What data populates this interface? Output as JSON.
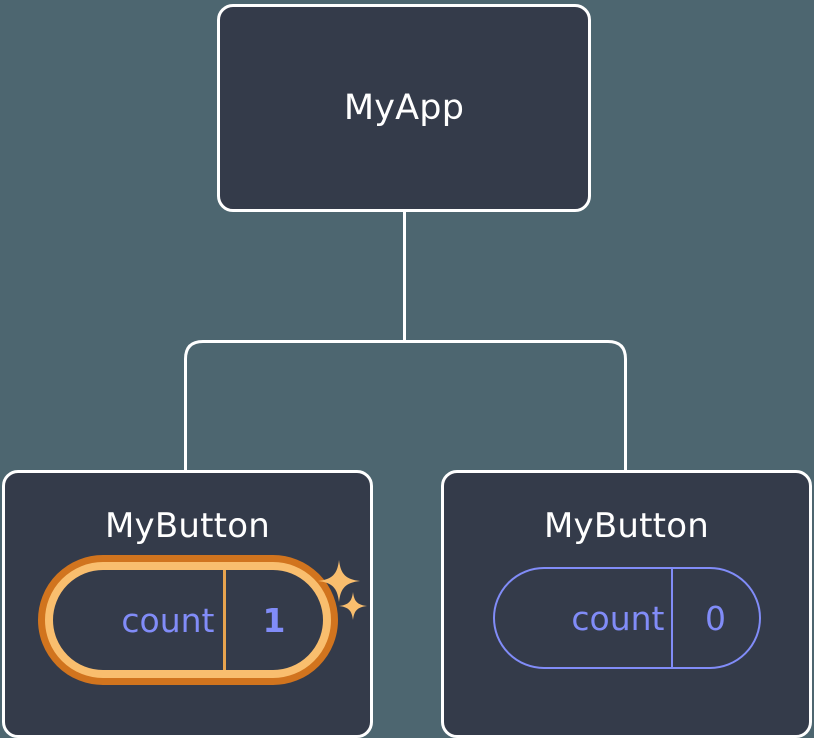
{
  "diagram": {
    "title": "React component tree with state",
    "background_color": "#4d6670",
    "node_fill": "#343b4a",
    "node_border": "#ffffff",
    "state_color": "#818cf8",
    "highlight_outer_color": "#d1741e",
    "highlight_inner_color": "#f9be6e",
    "sparkle_color": "#f9be6e"
  },
  "root": {
    "label": "MyApp"
  },
  "children": [
    {
      "label": "MyButton",
      "state": {
        "key": "count",
        "value": "1"
      },
      "highlighted": true,
      "sparkles": [
        {
          "name": "sparkle-large"
        },
        {
          "name": "sparkle-small"
        }
      ]
    },
    {
      "label": "MyButton",
      "state": {
        "key": "count",
        "value": "0"
      },
      "highlighted": false
    }
  ]
}
